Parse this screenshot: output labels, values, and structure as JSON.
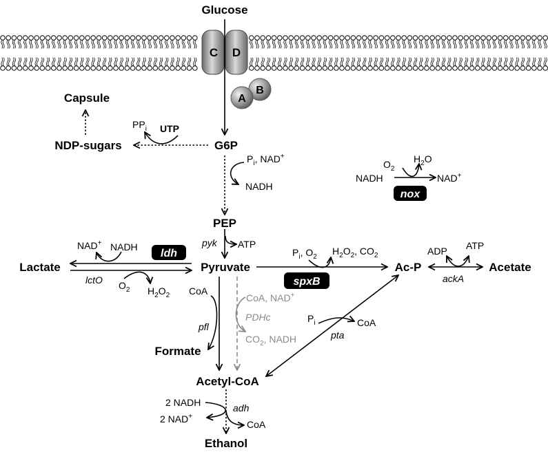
{
  "nodes": {
    "glucose": "Glucose",
    "capsule": "Capsule",
    "ndp_sugars": "NDP-sugars",
    "g6p": "G6P",
    "pep": "PEP",
    "lactate": "Lactate",
    "pyruvate": "Pyruvate",
    "ac_p": "Ac-P",
    "acetate": "Acetate",
    "formate": "Formate",
    "acetyl_coa": "Acetyl-CoA",
    "ethanol": "Ethanol"
  },
  "transporter": {
    "c": "C",
    "d": "D",
    "a": "A",
    "b": "B"
  },
  "cofactors": {
    "ppi": "PP",
    "ppi_sub": "i",
    "utp": "UTP",
    "g6p_in_p": "P",
    "g6p_in_sub": "i",
    "g6p_in_rest": ", NAD",
    "g6p_in_sup": "+",
    "g6p_out": "NADH",
    "nox_o2": "O",
    "nox_o2_sub": "2",
    "nox_h2o_a": "H",
    "nox_h2o_sub": "2",
    "nox_h2o_b": "O",
    "nox_nadh": "NADH",
    "nox_nad": "NAD",
    "nox_nad_sup": "+",
    "pyk_atp": "ATP",
    "ldh_nad": "NAD",
    "ldh_nad_sup": "+",
    "ldh_nadh": "NADH",
    "lcto_o2": "O",
    "lcto_o2_sub": "2",
    "lcto_h2o2_a": "H",
    "lcto_h2o2_sub1": "2",
    "lcto_h2o2_b": "O",
    "lcto_h2o2_sub2": "2",
    "spxb_pi": "P",
    "spxb_pi_sub": "i",
    "spxb_o2": ", O",
    "spxb_o2_sub": "2",
    "spxb_h2o2_a": "H",
    "spxb_h2o2_sub1": "2",
    "spxb_h2o2_b": "O",
    "spxb_h2o2_sub2": "2",
    "spxb_co2": ", CO",
    "spxb_co2_sub": "2",
    "ack_adp": "ADP",
    "ack_atp": "ATP",
    "pfl_coa": "CoA",
    "pdh_in": "CoA, NAD",
    "pdh_in_sup": "+",
    "pdh_out_a": "CO",
    "pdh_out_sub": "2",
    "pdh_out_b": ", NADH",
    "pta_pi": "P",
    "pta_pi_sub": "i",
    "pta_coa": "CoA",
    "adh_nadh": "2 NADH",
    "adh_nad": "2 NAD",
    "adh_nad_sup": "+",
    "adh_coa": "CoA"
  },
  "enzymes": {
    "nox": "nox",
    "pyk": "pyk",
    "ldh": "ldh",
    "lcto": "lctO",
    "spxb": "spxB",
    "acka": "ackA",
    "pfl": "pfl",
    "pdhc": "PDHc",
    "pta": "pta",
    "adh": "adh"
  }
}
